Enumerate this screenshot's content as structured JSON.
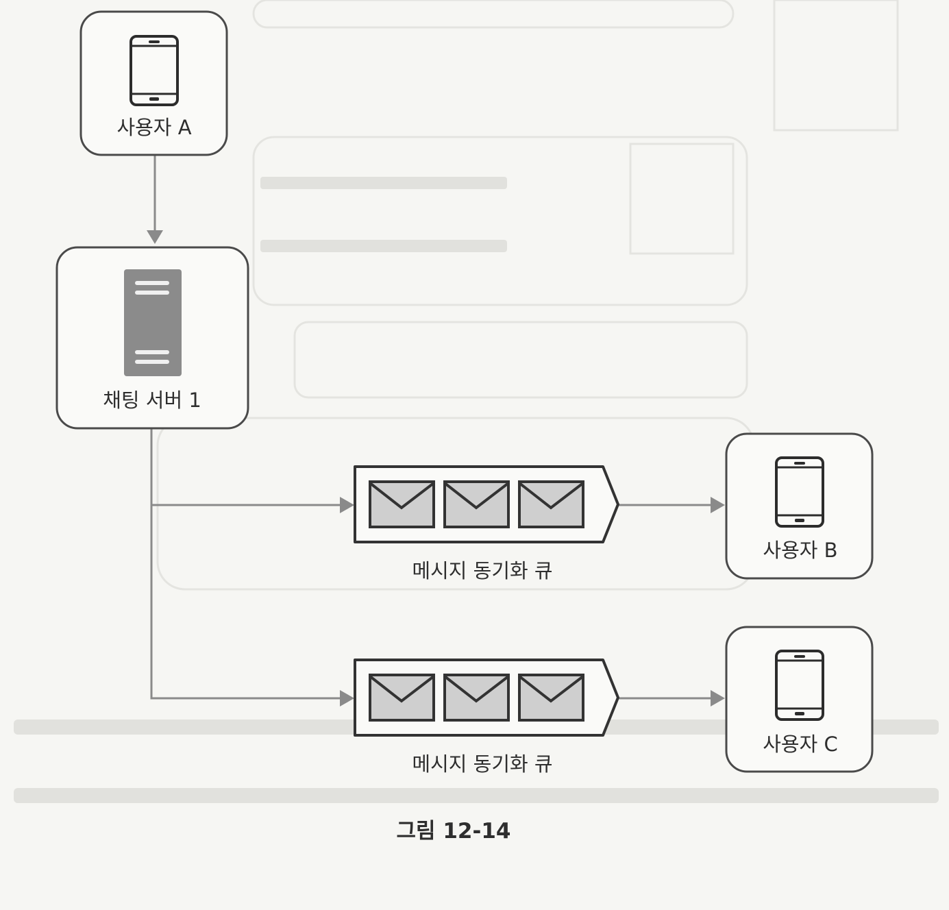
{
  "diagram": {
    "nodes": {
      "user_a": "사용자 A",
      "chat_server": "채팅 서버 1",
      "user_b": "사용자 B",
      "user_c": "사용자 C"
    },
    "queues": {
      "queue_b": "메시지 동기화 큐",
      "queue_c": "메시지 동기화 큐"
    },
    "edges": [
      {
        "from": "user_a",
        "to": "chat_server"
      },
      {
        "from": "chat_server",
        "to": "queue_b"
      },
      {
        "from": "chat_server",
        "to": "queue_c"
      },
      {
        "from": "queue_b",
        "to": "user_b"
      },
      {
        "from": "queue_c",
        "to": "user_c"
      }
    ],
    "caption": "그림 12-14"
  },
  "icons": {
    "user_a": "smartphone-icon",
    "chat_server": "server-icon",
    "user_b": "smartphone-icon",
    "user_c": "smartphone-icon",
    "queue": "message-queue-icon"
  }
}
